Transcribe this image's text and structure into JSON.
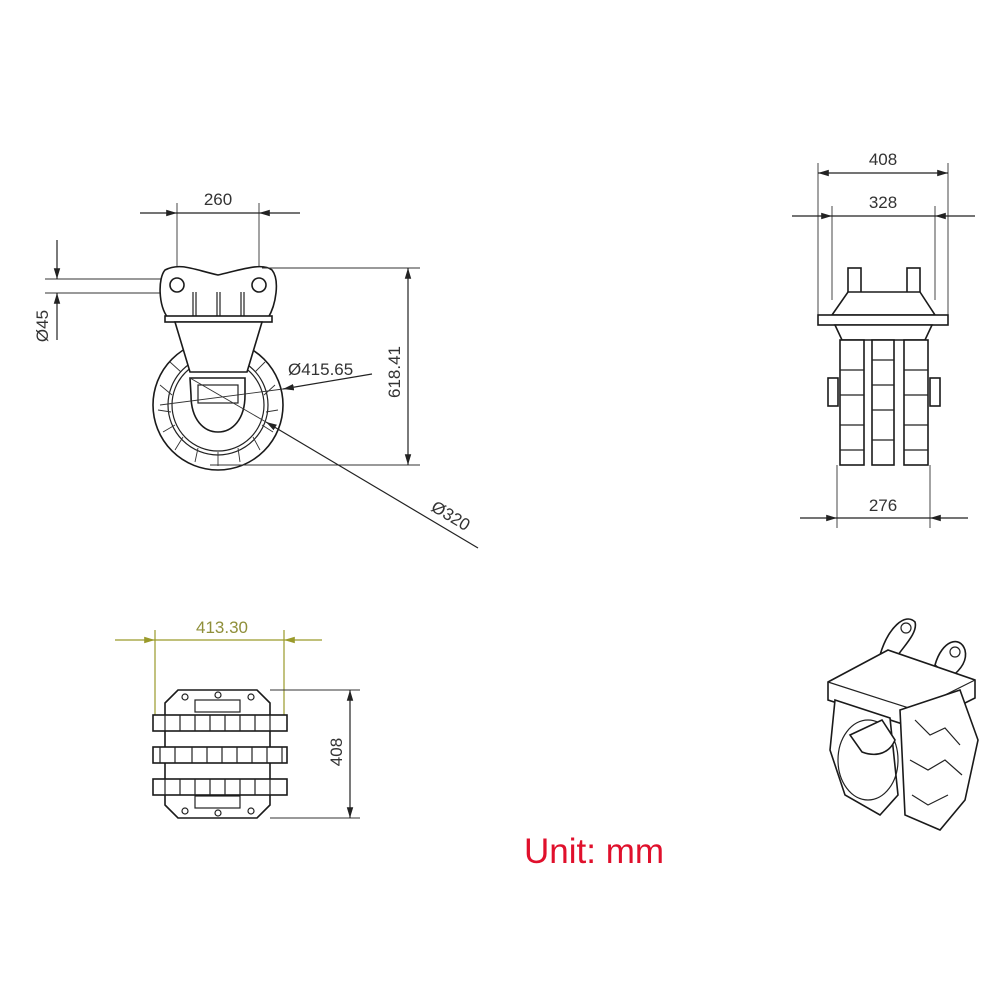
{
  "front_view": {
    "pin_spacing": "260",
    "pin_diameter": "Ø45",
    "outer_diameter": "Ø415.65",
    "overall_height": "618.41",
    "inner_diameter": "Ø320"
  },
  "side_view": {
    "overall_width": "408",
    "bracket_width": "328",
    "drum_width": "276"
  },
  "top_view": {
    "width": "413.30",
    "depth": "408"
  },
  "unit_label": "Unit: mm",
  "colors": {
    "unit_text": "#e0102c",
    "highlight_dimension": "#9a9a2a"
  }
}
